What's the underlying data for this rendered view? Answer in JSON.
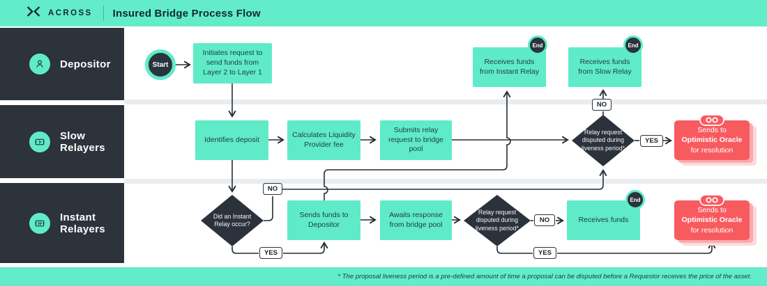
{
  "header": {
    "brand": "ACROSS",
    "title": "Insured Bridge Process Flow"
  },
  "lanes": [
    {
      "id": "depositor",
      "label": "Depositor"
    },
    {
      "id": "slow-relayers",
      "label": "Slow Relayers"
    },
    {
      "id": "instant-relayers",
      "label": "Instant Relayers"
    }
  ],
  "nodes": {
    "start": "Start",
    "end": "End",
    "yes": "YES",
    "no": "NO",
    "initiates": "Initiates request to send funds from Layer 2 to Layer 1",
    "receives_instant": "Receives funds from Instant Relay",
    "receives_slow": "Receives funds from Slow Relay",
    "identifies": "Identifies deposit",
    "calculates": "Calculates Liquidity Provider fee",
    "submits": "Submits relay request to bridge pool",
    "disputed": "Relay request disputed during liveness period*",
    "instant_occur": "Did an Instant Relay occur?",
    "sends_funds": "Sends funds to Depositor",
    "awaits": "Awaits response from bridge pool",
    "receives_funds": "Receives funds",
    "oracle_line1": "Sends to",
    "oracle_line2": "Optimistic Oracle",
    "oracle_line3": "for resolution"
  },
  "footer": {
    "note": "* The proposal liveness period is a pre-defined amount of time a proposal can be disputed before a Requestor receives the price of the asset."
  },
  "colors": {
    "teal": "#5FEBC8",
    "dark": "#2B323B",
    "red": "#F85B5F",
    "ink": "#1E3A46"
  }
}
